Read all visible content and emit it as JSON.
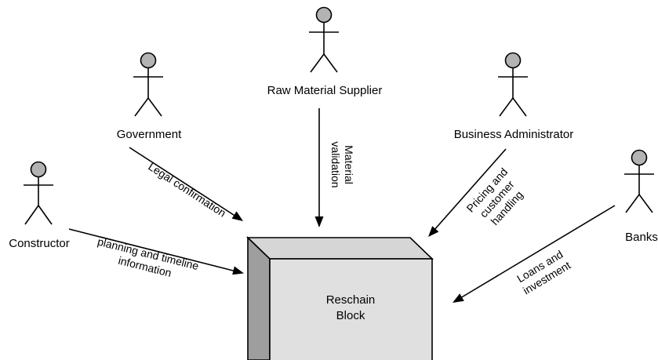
{
  "block": {
    "title_line1": "Reschain",
    "title_line2": "Block",
    "face_color": "#e0e0e0",
    "top_color": "#d6d6d6",
    "side_color": "#9e9e9e"
  },
  "actor_head_color": "#b3b3b3",
  "actors": {
    "raw_material_supplier": "Raw Material Supplier",
    "government": "Government",
    "business_administrator": "Business Administrator",
    "constructor": "Constructor",
    "banks": "Banks"
  },
  "edges": {
    "material_validation": [
      "Material",
      "validation"
    ],
    "legal_confirmation": [
      "Legal confirmation"
    ],
    "pricing_customer": [
      "Pricing and",
      "customer",
      "handling"
    ],
    "planning_timeline": [
      "planning and timeline",
      "information"
    ],
    "loans_investment": [
      "Loans and",
      "investment"
    ]
  }
}
